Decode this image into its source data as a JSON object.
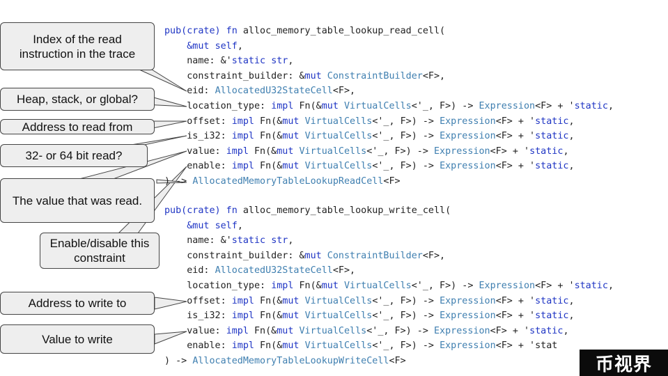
{
  "code_blocks": [
    {
      "lines": [
        [
          {
            "t": "pub(crate) fn",
            "c": "kw"
          },
          {
            "t": " alloc_memory_table_lookup_read_cell("
          }
        ],
        [
          {
            "t": "    "
          },
          {
            "t": "&mut",
            "c": "kw"
          },
          {
            "t": " "
          },
          {
            "t": "self",
            "c": "kw"
          },
          {
            "t": ","
          }
        ],
        [
          {
            "t": "    name: &'"
          },
          {
            "t": "static",
            "c": "kw"
          },
          {
            "t": " "
          },
          {
            "t": "str",
            "c": "kw"
          },
          {
            "t": ","
          }
        ],
        [
          {
            "t": "    constraint_builder: &"
          },
          {
            "t": "mut",
            "c": "kw"
          },
          {
            "t": " "
          },
          {
            "t": "ConstraintBuilder",
            "c": "ty"
          },
          {
            "t": "<F>,"
          }
        ],
        [
          {
            "t": "    eid: "
          },
          {
            "t": "AllocatedU32StateCell",
            "c": "ty"
          },
          {
            "t": "<F>,"
          }
        ],
        [
          {
            "t": "    location_type: "
          },
          {
            "t": "impl",
            "c": "kw"
          },
          {
            "t": " Fn(&"
          },
          {
            "t": "mut",
            "c": "kw"
          },
          {
            "t": " "
          },
          {
            "t": "VirtualCells",
            "c": "ty"
          },
          {
            "t": "<'_, F>) -> "
          },
          {
            "t": "Expression",
            "c": "ty"
          },
          {
            "t": "<F> + '"
          },
          {
            "t": "static",
            "c": "st"
          },
          {
            "t": ","
          }
        ],
        [
          {
            "t": "    offset: "
          },
          {
            "t": "impl",
            "c": "kw"
          },
          {
            "t": " Fn(&"
          },
          {
            "t": "mut",
            "c": "kw"
          },
          {
            "t": " "
          },
          {
            "t": "VirtualCells",
            "c": "ty"
          },
          {
            "t": "<'_, F>) -> "
          },
          {
            "t": "Expression",
            "c": "ty"
          },
          {
            "t": "<F> + '"
          },
          {
            "t": "static",
            "c": "st"
          },
          {
            "t": ","
          }
        ],
        [
          {
            "t": "    is_i32: "
          },
          {
            "t": "impl",
            "c": "kw"
          },
          {
            "t": " Fn(&"
          },
          {
            "t": "mut",
            "c": "kw"
          },
          {
            "t": " "
          },
          {
            "t": "VirtualCells",
            "c": "ty"
          },
          {
            "t": "<'_, F>) -> "
          },
          {
            "t": "Expression",
            "c": "ty"
          },
          {
            "t": "<F> + '"
          },
          {
            "t": "static",
            "c": "st"
          },
          {
            "t": ","
          }
        ],
        [
          {
            "t": "    value: "
          },
          {
            "t": "impl",
            "c": "kw"
          },
          {
            "t": " Fn(&"
          },
          {
            "t": "mut",
            "c": "kw"
          },
          {
            "t": " "
          },
          {
            "t": "VirtualCells",
            "c": "ty"
          },
          {
            "t": "<'_, F>) -> "
          },
          {
            "t": "Expression",
            "c": "ty"
          },
          {
            "t": "<F> + '"
          },
          {
            "t": "static",
            "c": "st"
          },
          {
            "t": ","
          }
        ],
        [
          {
            "t": "    enable: "
          },
          {
            "t": "impl",
            "c": "kw"
          },
          {
            "t": " Fn(&"
          },
          {
            "t": "mut",
            "c": "kw"
          },
          {
            "t": " "
          },
          {
            "t": "VirtualCells",
            "c": "ty"
          },
          {
            "t": "<'_, F>) -> "
          },
          {
            "t": "Expression",
            "c": "ty"
          },
          {
            "t": "<F> + '"
          },
          {
            "t": "static",
            "c": "st"
          },
          {
            "t": ","
          }
        ],
        [
          {
            "t": ") -> "
          },
          {
            "t": "AllocatedMemoryTableLookupReadCell",
            "c": "ty"
          },
          {
            "t": "<F>"
          }
        ]
      ]
    },
    {
      "lines": [
        [
          {
            "t": "pub(crate) fn",
            "c": "kw"
          },
          {
            "t": " alloc_memory_table_lookup_write_cell("
          }
        ],
        [
          {
            "t": "    "
          },
          {
            "t": "&mut",
            "c": "kw"
          },
          {
            "t": " "
          },
          {
            "t": "self",
            "c": "kw"
          },
          {
            "t": ","
          }
        ],
        [
          {
            "t": "    name: &'"
          },
          {
            "t": "static",
            "c": "kw"
          },
          {
            "t": " "
          },
          {
            "t": "str",
            "c": "kw"
          },
          {
            "t": ","
          }
        ],
        [
          {
            "t": "    constraint_builder: &"
          },
          {
            "t": "mut",
            "c": "kw"
          },
          {
            "t": " "
          },
          {
            "t": "ConstraintBuilder",
            "c": "ty"
          },
          {
            "t": "<F>,"
          }
        ],
        [
          {
            "t": "    eid: "
          },
          {
            "t": "AllocatedU32StateCell",
            "c": "ty"
          },
          {
            "t": "<F>,"
          }
        ],
        [
          {
            "t": "    location_type: "
          },
          {
            "t": "impl",
            "c": "kw"
          },
          {
            "t": " Fn(&"
          },
          {
            "t": "mut",
            "c": "kw"
          },
          {
            "t": " "
          },
          {
            "t": "VirtualCells",
            "c": "ty"
          },
          {
            "t": "<'_, F>) -> "
          },
          {
            "t": "Expression",
            "c": "ty"
          },
          {
            "t": "<F> + '"
          },
          {
            "t": "static",
            "c": "st"
          },
          {
            "t": ","
          }
        ],
        [
          {
            "t": "    offset: "
          },
          {
            "t": "impl",
            "c": "kw"
          },
          {
            "t": " Fn(&"
          },
          {
            "t": "mut",
            "c": "kw"
          },
          {
            "t": " "
          },
          {
            "t": "VirtualCells",
            "c": "ty"
          },
          {
            "t": "<'_, F>) -> "
          },
          {
            "t": "Expression",
            "c": "ty"
          },
          {
            "t": "<F> + '"
          },
          {
            "t": "static",
            "c": "st"
          },
          {
            "t": ","
          }
        ],
        [
          {
            "t": "    is_i32: "
          },
          {
            "t": "impl",
            "c": "kw"
          },
          {
            "t": " Fn(&"
          },
          {
            "t": "mut",
            "c": "kw"
          },
          {
            "t": " "
          },
          {
            "t": "VirtualCells",
            "c": "ty"
          },
          {
            "t": "<'_, F>) -> "
          },
          {
            "t": "Expression",
            "c": "ty"
          },
          {
            "t": "<F> + '"
          },
          {
            "t": "static",
            "c": "st"
          },
          {
            "t": ","
          }
        ],
        [
          {
            "t": "    value: "
          },
          {
            "t": "impl",
            "c": "kw"
          },
          {
            "t": " Fn(&"
          },
          {
            "t": "mut",
            "c": "kw"
          },
          {
            "t": " "
          },
          {
            "t": "VirtualCells",
            "c": "ty"
          },
          {
            "t": "<'_, F>) -> "
          },
          {
            "t": "Expression",
            "c": "ty"
          },
          {
            "t": "<F> + '"
          },
          {
            "t": "static",
            "c": "st"
          },
          {
            "t": ","
          }
        ],
        [
          {
            "t": "    enable: "
          },
          {
            "t": "impl",
            "c": "kw"
          },
          {
            "t": " Fn(&"
          },
          {
            "t": "mut",
            "c": "kw"
          },
          {
            "t": " "
          },
          {
            "t": "VirtualCells",
            "c": "ty"
          },
          {
            "t": "<'_, F>) -> "
          },
          {
            "t": "Expression",
            "c": "ty"
          },
          {
            "t": "<F> + 'stat"
          }
        ],
        [
          {
            "t": ") -> "
          },
          {
            "t": "AllocatedMemoryTableLookupWriteCell",
            "c": "ty"
          },
          {
            "t": "<F>"
          }
        ]
      ]
    }
  ],
  "callouts": {
    "read_index": "Index of the read instruction in the trace",
    "location_type": "Heap, stack, or global?",
    "read_address": "Address to read from",
    "bit_width": "32- or 64 bit read?",
    "read_value": "The value that was read.",
    "enable": "Enable/disable this constraint",
    "write_address": "Address to write to",
    "write_value": "Value to write"
  },
  "watermark": "币视界",
  "colors": {
    "keyword": "#1f35c4",
    "type": "#3f7fb0",
    "callout_fill": "#eeeeee",
    "callout_border": "#444444"
  }
}
